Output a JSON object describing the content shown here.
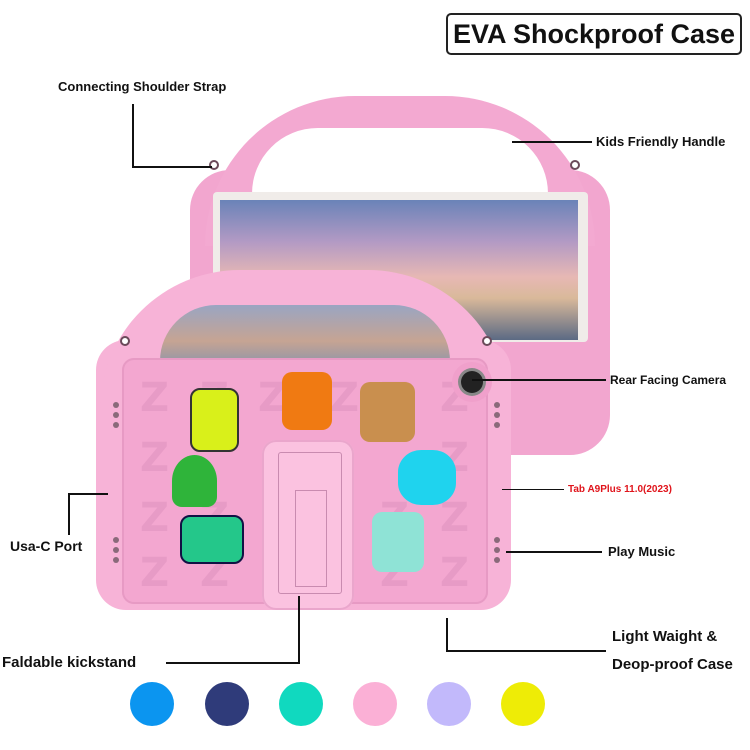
{
  "title": "EVA Shockproof Case",
  "callouts": {
    "shoulder_strap": "Connecting Shoulder Strap",
    "handle": "Kids Friendly Handle",
    "camera": "Rear Facing Camera",
    "model": "Tab A9Plus 11.0(2023)",
    "usb_port": "Usa-C Port",
    "play_music": "Play Music",
    "kickstand": "Faldable kickstand",
    "light_weight_line1": "Light Waight &",
    "light_weight_line2": "Deop-proof Case"
  },
  "colors": {
    "case_pink": "#f7b3d7",
    "model_text": "#e0141b"
  },
  "color_options": [
    {
      "name": "blue",
      "hex": "#0b95f0"
    },
    {
      "name": "navy",
      "hex": "#2f3b7a"
    },
    {
      "name": "teal",
      "hex": "#10d9bf"
    },
    {
      "name": "pink",
      "hex": "#fbb0d6"
    },
    {
      "name": "lavender",
      "hex": "#c2b9fb"
    },
    {
      "name": "yellow",
      "hex": "#eeec06"
    }
  ],
  "stickers": [
    {
      "name": "bee-letter-b",
      "color": "#d9f01a"
    },
    {
      "name": "tree-letter-a",
      "color": "#2fb43a"
    },
    {
      "name": "violin-letter-d",
      "color": "#24c78a"
    },
    {
      "name": "fox-letter-f",
      "color": "#f07a12"
    },
    {
      "name": "kangaroo-letter-k",
      "color": "#c98f4e"
    },
    {
      "name": "umbrella-letter-u",
      "color": "#1fd3ee"
    },
    {
      "name": "elephant-letter-e",
      "color": "#8fe3d6"
    }
  ]
}
